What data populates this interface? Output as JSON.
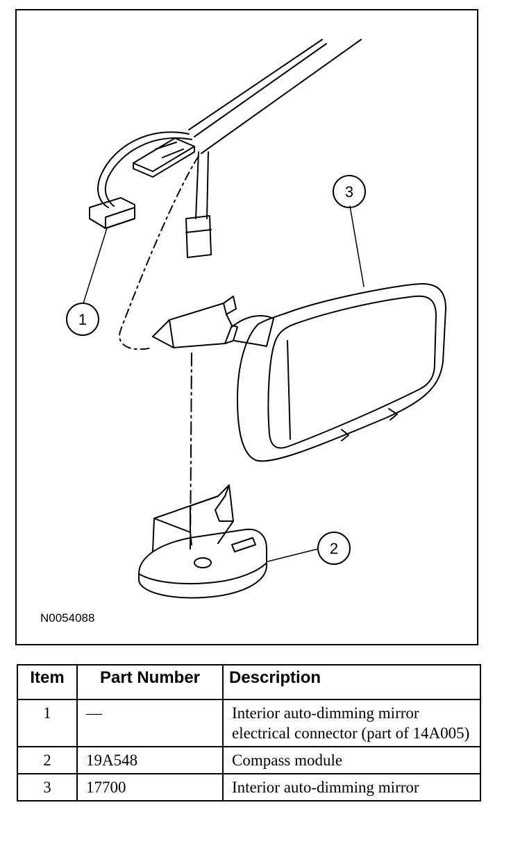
{
  "figure": {
    "id": "N0054088",
    "callouts": [
      "1",
      "2",
      "3"
    ]
  },
  "table": {
    "headers": {
      "item": "Item",
      "part_number": "Part Number",
      "description": "Description"
    },
    "rows": [
      {
        "item": "1",
        "part_number": "—",
        "description": "Interior auto-dimming mirror electrical connector (part of 14A005)"
      },
      {
        "item": "2",
        "part_number": "19A548",
        "description": "Compass module"
      },
      {
        "item": "3",
        "part_number": "17700",
        "description": "Interior auto-dimming mirror"
      }
    ]
  }
}
